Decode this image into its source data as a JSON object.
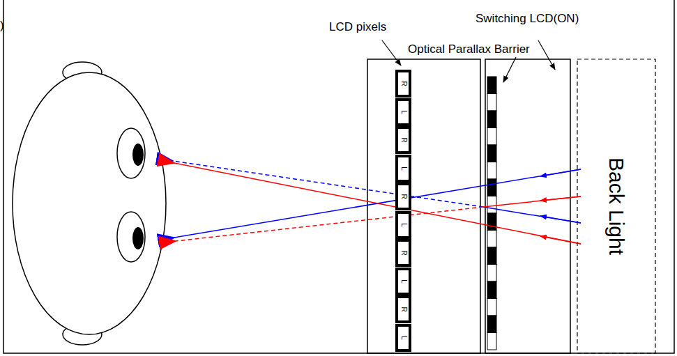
{
  "diagram": {
    "nodes": [
      {
        "text": [
          "R"
        ]
      },
      {
        "text": [
          "L"
        ]
      },
      {
        "text": [
          "R"
        ]
      },
      {
        "text": [
          "L"
        ]
      },
      {
        "text": [
          "R"
        ]
      },
      {
        "text": [
          "L"
        ]
      },
      {
        "text": [
          "R"
        ]
      },
      {
        "text": [
          "L"
        ]
      },
      {
        "text": [
          "R"
        ]
      },
      {
        "text": [
          "L"
        ]
      },
      {
        "text": [
          "Back Light"
        ]
      }
    ],
    "labels": [
      ")",
      "LCD pixels",
      "Switching LCD(ON)",
      "Optical Parallax Barrier"
    ]
  }
}
